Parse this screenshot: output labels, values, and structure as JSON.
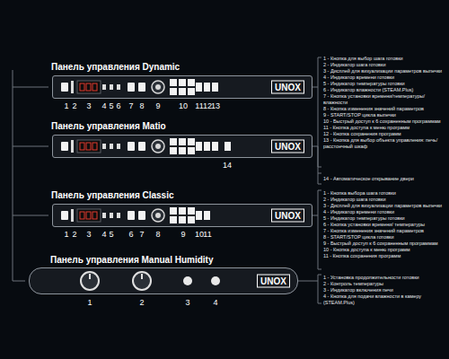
{
  "diagram": {
    "nodes": [
      {
        "text": [
          "Панель управления Dynamic",
          "UNOX"
        ]
      },
      {
        "text": [
          "Панель управления Matio",
          "UNOX"
        ]
      },
      {
        "text": [
          "Панель управления Classic",
          "UNOX"
        ]
      },
      {
        "text": [
          "Панель управления Manual Humidity",
          "UNOX"
        ]
      }
    ],
    "labels": [
      "1",
      "2",
      "3",
      "4",
      "5",
      "6",
      "7",
      "8",
      "9",
      "10",
      "11",
      "12",
      "13",
      "1 - Кнопка для выбор шага готовки",
      "2 - Индикатор шага готовки",
      "3 - Дисплей для визуализации параметров выпечки",
      "4 - Индикатор времени готовки",
      "5 - Индикатор температуры готовки",
      "6 - Индикатор влажности (STEAM.Plus)",
      "7 - Кнопка установки времени/температуры/влажности",
      "8 - Кнопка изменения значений параметров",
      "9 - START/STOP цикла выпечки",
      "10 - Быстрый доступ к 6 сохраненным программам",
      "11 - Кнопка доступа к меню программ",
      "12 - Кнопка сохранения программ",
      "13 - Кнопка для выбор объекта управления: печь/ расстоечный шкаф",
      "14",
      "14 - Автоматическое открывание двери",
      "1",
      "2",
      "3",
      "4",
      "5",
      "6",
      "7",
      "8",
      "9",
      "10",
      "11",
      "1 - Кнопка выбора шага готовки",
      "2 - Индикатор шага готовки",
      "3 - Дисплей для визуализации параметров выпечки",
      "4 - Индикатор времени готовки",
      "5 - Индикатор температуры готовки",
      "6 - Кнопка установки времени/ температуры",
      "7 - Кнопка изменения значений параметров",
      "8 - START/STOP цикла готовки",
      "9 - Быстрый доступ к 6 сохраненным программам",
      "10 - Кнопка доступа к меню программ",
      "11 - Кнопка сохранения программ",
      "1",
      "2",
      "3",
      "4",
      "1 - Установка продолжительности готовки",
      "2 - Контроль температуры",
      "3 - Индикатор включения печи",
      "4 - Кнопка для подачи влажности в камеру (STEAM.Plus)"
    ]
  }
}
